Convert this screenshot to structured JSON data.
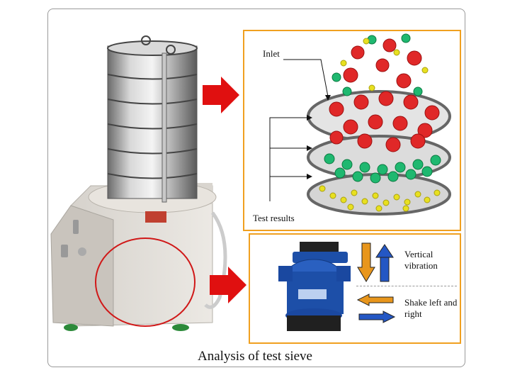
{
  "caption": "Analysis of test sieve",
  "sieve_panel": {
    "inlet_label": "Inlet",
    "results_label": "Test results"
  },
  "motor_panel": {
    "vertical_label": "Vertical vibration",
    "shake_label": "Shake left and right"
  },
  "colors": {
    "panel_border": "#f0a020",
    "arrow_red": "#e01010",
    "ball_red": "#e02828",
    "ball_green": "#1fb870",
    "ball_yellow": "#e8e020",
    "motor_blue": "#1d4fa8",
    "arrow_orange": "#e8961c",
    "arrow_blue": "#2457c4"
  }
}
